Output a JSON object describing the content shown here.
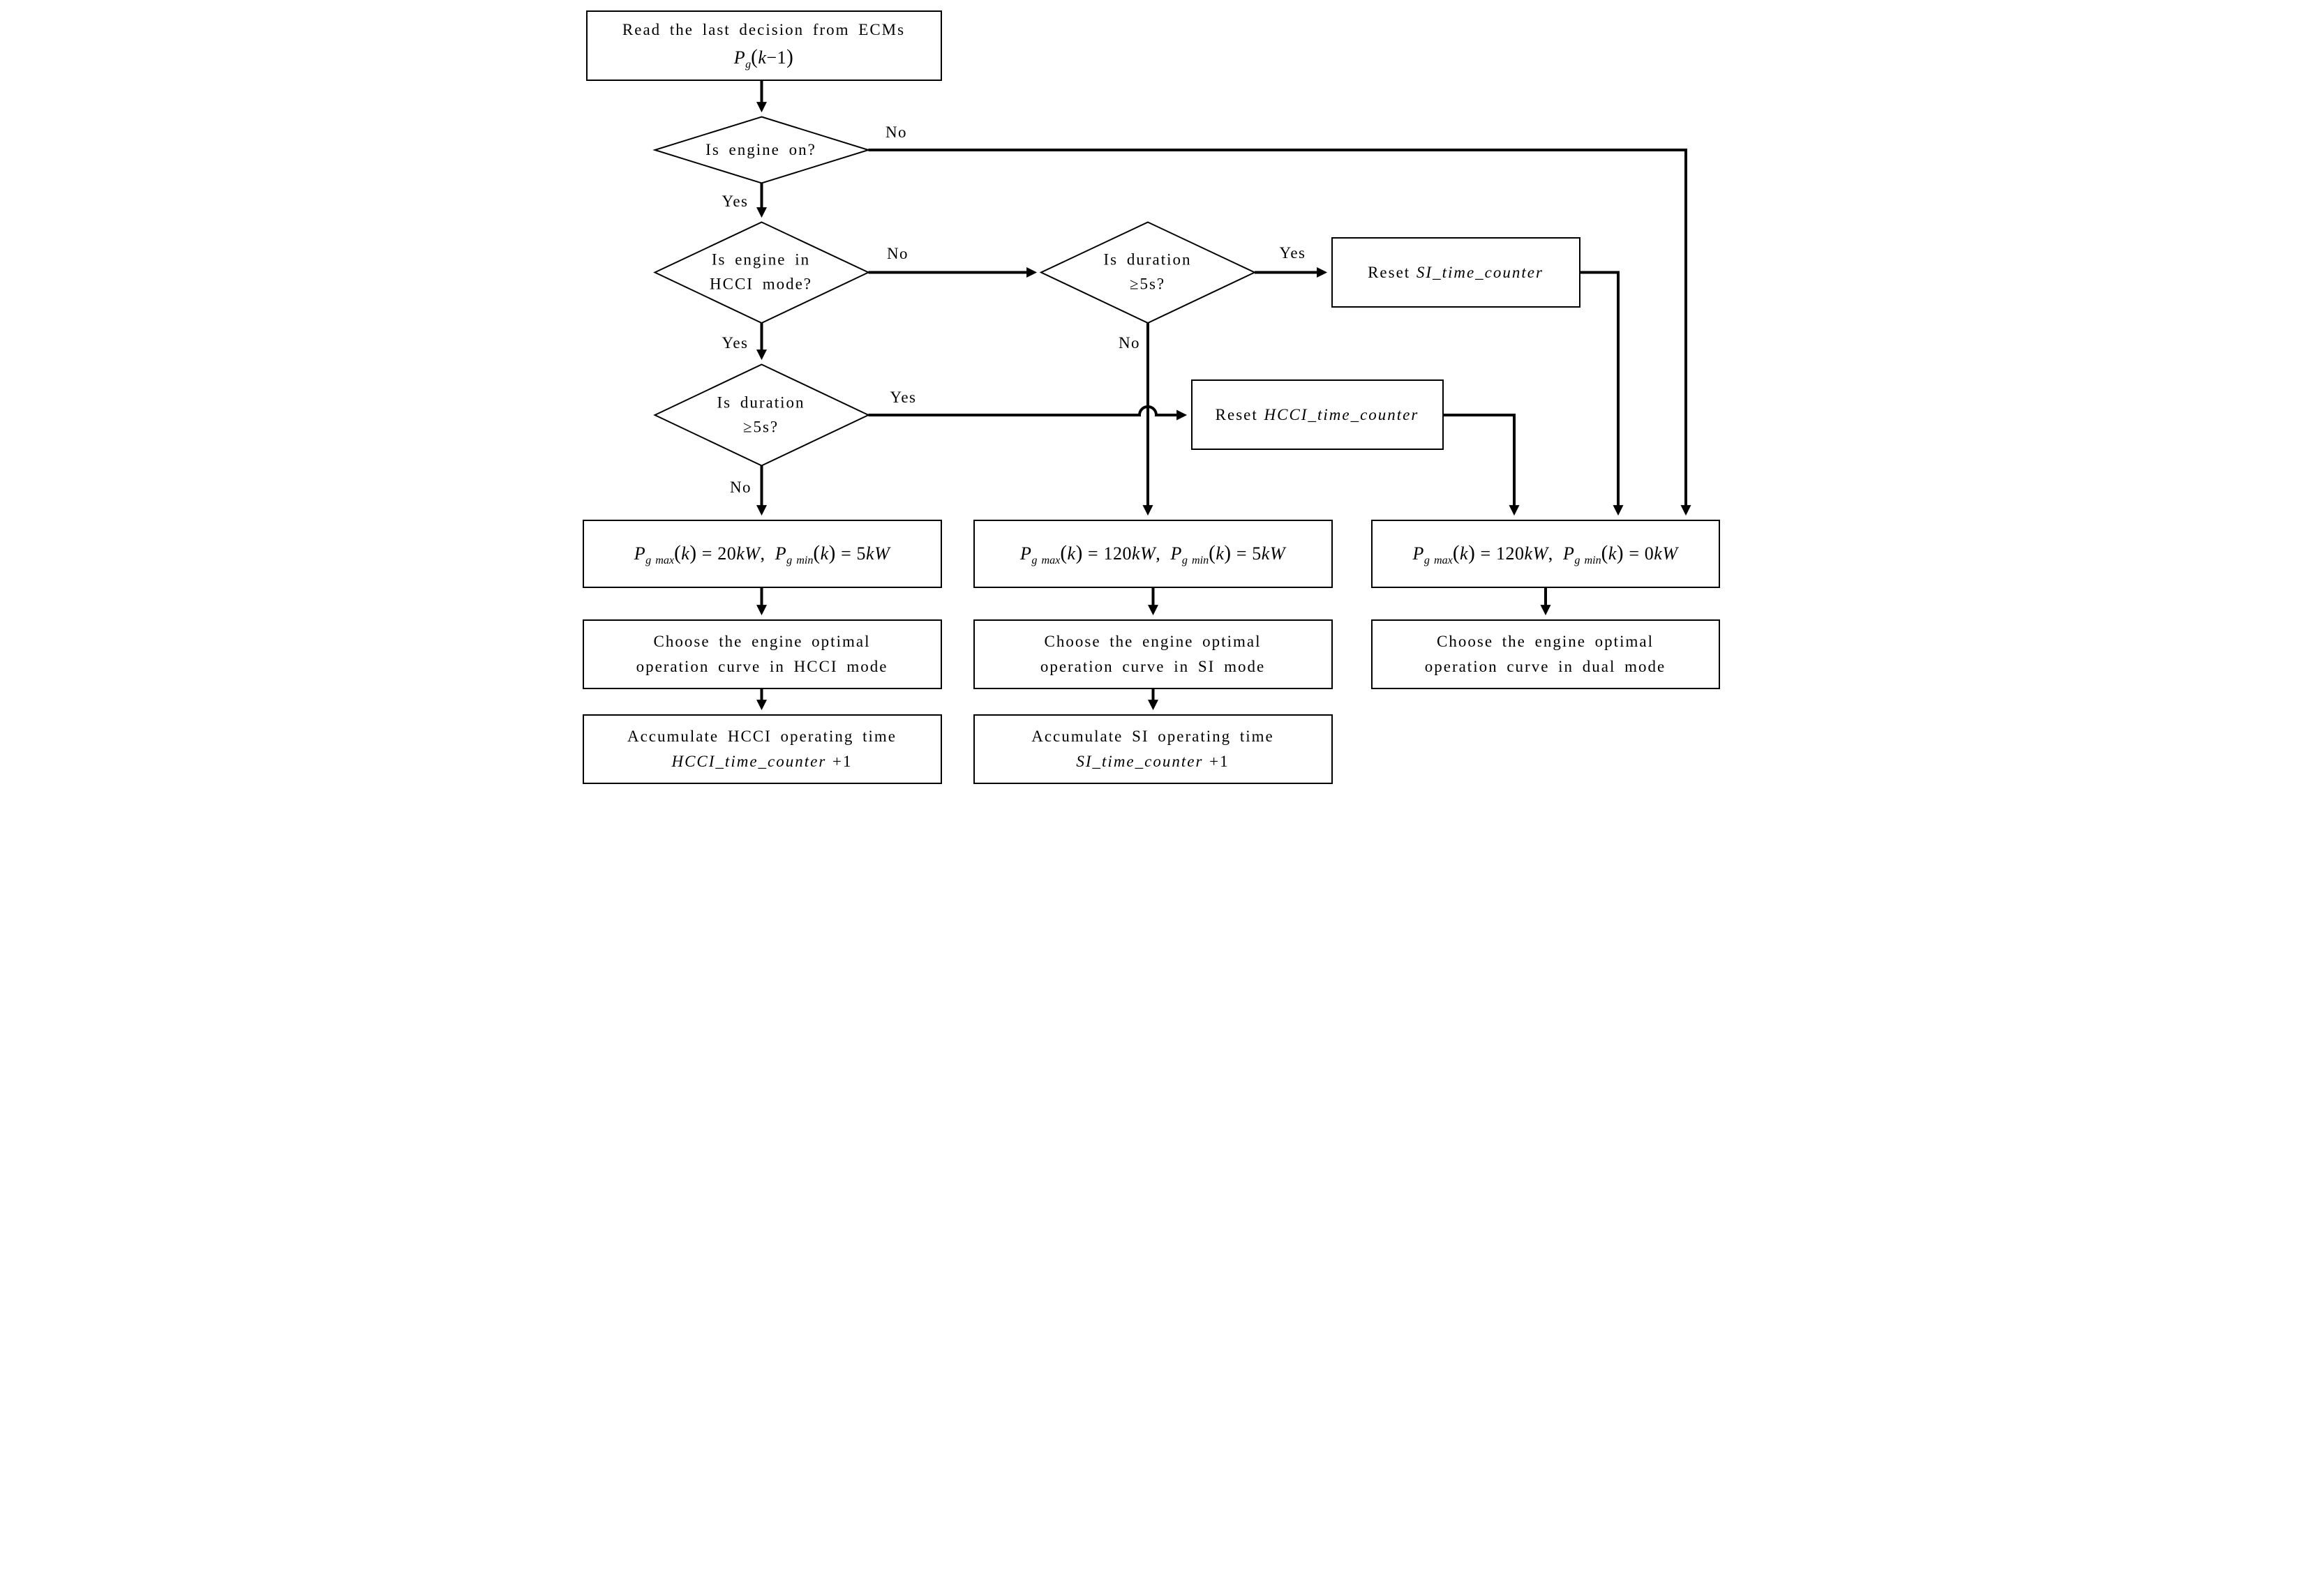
{
  "colors": {
    "line": "#000000",
    "background": "#ffffff"
  },
  "tokens": {
    "P": "P",
    "k": "k",
    "kW": "kW",
    "open": "(",
    "close": ")",
    "eq": "=",
    "comma": ",",
    "minus_one": "−1",
    "plus_one": "+1",
    "yes": "Yes",
    "no": "No"
  },
  "nodes": {
    "read": {
      "line1": "Read the last decision from ECMs",
      "sub": "g"
    },
    "d_engine_on": {
      "line1": "Is engine on?"
    },
    "d_hcci_mode": {
      "line1": "Is engine in",
      "line2": "HCCI mode?"
    },
    "d_duration_si": {
      "line1": "Is duration",
      "line2": "≥5s?"
    },
    "d_duration_hcci": {
      "line1": "Is duration",
      "line2": "≥5s?"
    },
    "reset_si": {
      "prefix": "Reset",
      "var": "SI_time_counter"
    },
    "reset_hcci": {
      "prefix": "Reset",
      "var": "HCCI_time_counter"
    },
    "p_hcci": {
      "max_sub": "g max",
      "max_value": "20",
      "min_sub": "g min",
      "min_value": "5"
    },
    "p_si": {
      "max_sub": "g max",
      "max_value": "120",
      "min_sub": "g min",
      "min_value": "5"
    },
    "p_dual": {
      "max_sub": "g max",
      "max_value": "120",
      "min_sub": "g min",
      "min_value": "0"
    },
    "choose_hcci": {
      "line1": "Choose the engine optimal",
      "line2": "operation curve in HCCI mode"
    },
    "choose_si": {
      "line1": "Choose the engine optimal",
      "line2": "operation curve in SI mode"
    },
    "choose_dual": {
      "line1": "Choose the engine optimal",
      "line2": "operation curve in dual mode"
    },
    "acc_hcci": {
      "line1": "Accumulate HCCI operating time",
      "var": "HCCI_time_counter",
      "suffix": "+1"
    },
    "acc_si": {
      "line1": "Accumulate SI operating time",
      "var": "SI_time_counter",
      "suffix": "+1"
    }
  }
}
